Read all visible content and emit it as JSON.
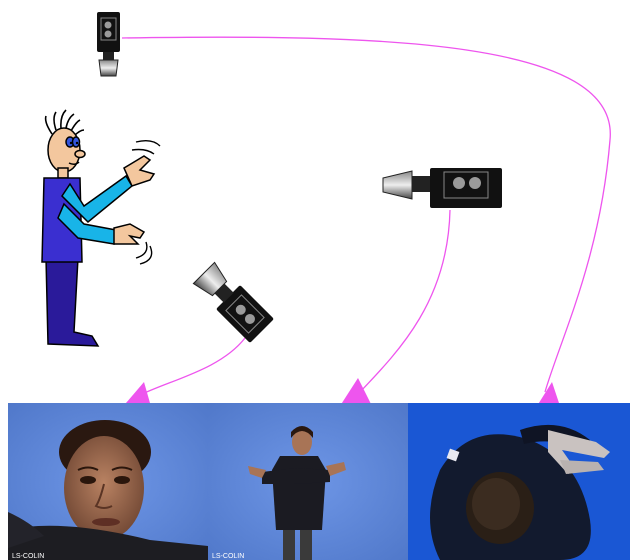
{
  "diagram": {
    "arrow_color": "#ee55ee",
    "photo_background": "#5c86d6",
    "photos": [
      {
        "view": "face-close-up",
        "caption": "LS-COLIN"
      },
      {
        "view": "front-full-body",
        "caption": "LS-COLIN"
      },
      {
        "view": "top-down",
        "caption": ""
      }
    ],
    "cameras": [
      {
        "icon": "video-camera-icon",
        "view": "top"
      },
      {
        "icon": "video-camera-icon",
        "view": "side"
      },
      {
        "icon": "video-camera-icon",
        "view": "front"
      }
    ],
    "person_icon": "signing-person-cartoon-icon"
  }
}
